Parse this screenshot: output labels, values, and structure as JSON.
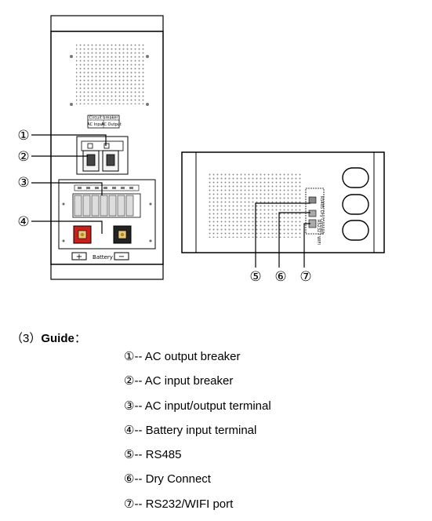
{
  "diagram": {
    "callouts": [
      "①",
      "②",
      "③",
      "④",
      "⑤",
      "⑥",
      "⑦"
    ],
    "front_panel": {
      "breaker_box_title": "Circuit breaker",
      "breaker_labels": [
        "AC Input",
        "AC Output"
      ],
      "battery_label": "Battery",
      "battery_plus": "+",
      "battery_minus": "−"
    },
    "side_panel": {
      "port_labels": [
        "RS485",
        "Dry Connect",
        "RS232 / WIFI"
      ]
    }
  },
  "guide": {
    "prefix": "（3）",
    "title": "Guide",
    "colon": "：",
    "items": [
      "①-- AC output breaker",
      "②-- AC input breaker",
      "③-- AC input/output terminal",
      "④-- Battery input terminal",
      "⑤-- RS485",
      "⑥-- Dry Connect",
      "⑦-- RS232/WIFI port"
    ]
  }
}
